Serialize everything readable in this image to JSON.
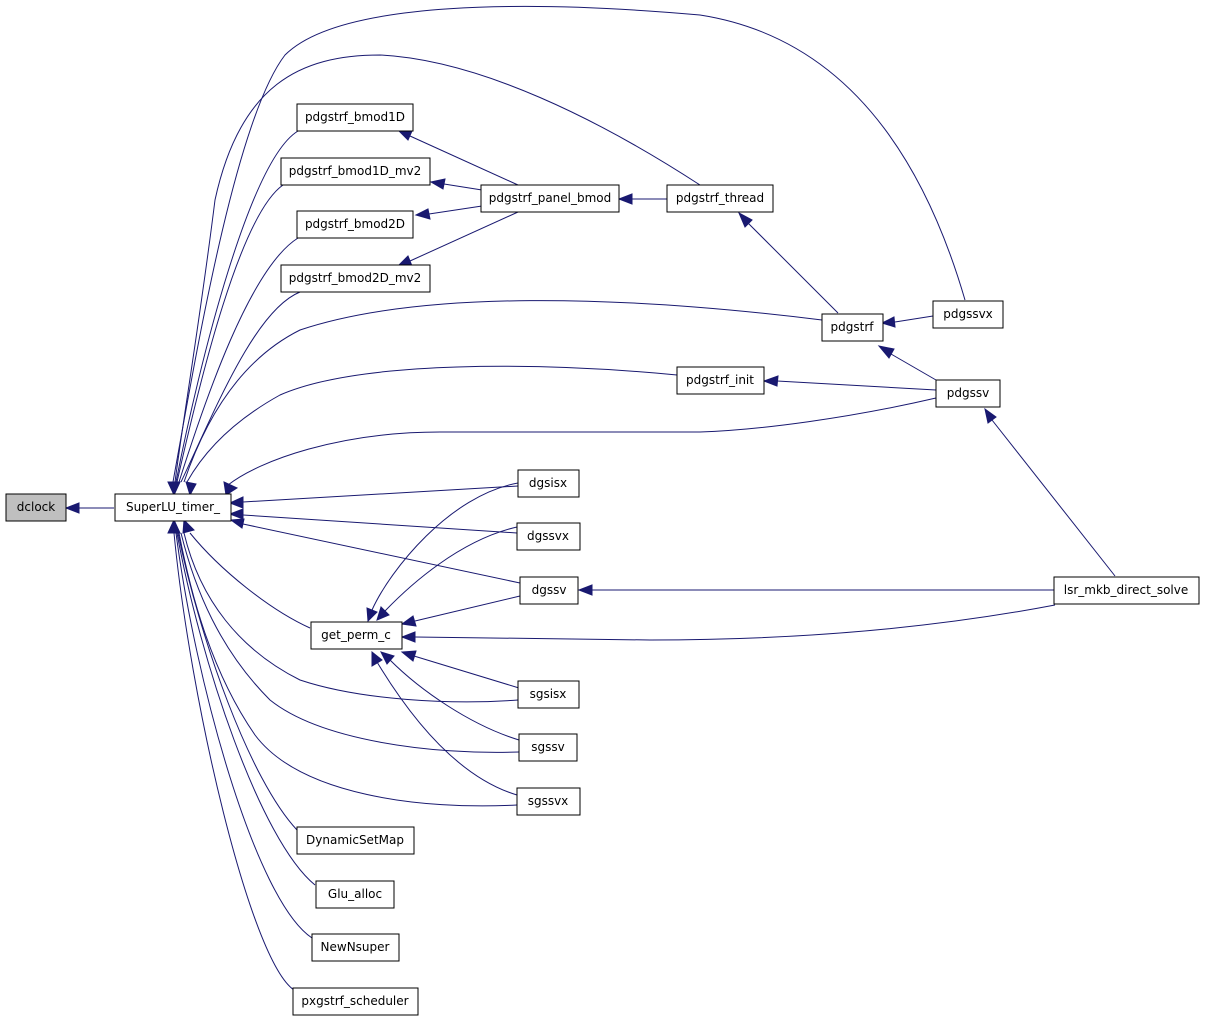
{
  "nodes": {
    "dclock": "dclock",
    "SuperLU_timer_": "SuperLU_timer_",
    "pdgstrf_bmod1D": "pdgstrf_bmod1D",
    "pdgstrf_bmod1D_mv2": "pdgstrf_bmod1D_mv2",
    "pdgstrf_bmod2D": "pdgstrf_bmod2D",
    "pdgstrf_bmod2D_mv2": "pdgstrf_bmod2D_mv2",
    "pdgstrf_panel_bmod": "pdgstrf_panel_bmod",
    "pdgstrf_thread": "pdgstrf_thread",
    "pdgstrf": "pdgstrf",
    "pdgssvx": "pdgssvx",
    "pdgstrf_init": "pdgstrf_init",
    "pdgssv": "pdgssv",
    "dgsisx": "dgsisx",
    "dgssvx": "dgssvx",
    "dgssv": "dgssv",
    "get_perm_c": "get_perm_c",
    "lsr_mkb_direct_solve": "lsr_mkb_direct_solve",
    "sgsisx": "sgsisx",
    "sgssv": "sgssv",
    "sgssvx": "sgssvx",
    "DynamicSetMap": "DynamicSetMap",
    "Glu_alloc": "Glu_alloc",
    "NewNsuper": "NewNsuper",
    "pxgstrf_scheduler": "pxgstrf_scheduler"
  },
  "edges": [
    [
      "SuperLU_timer_",
      "dclock"
    ],
    [
      "pdgstrf_bmod1D",
      "SuperLU_timer_"
    ],
    [
      "pdgstrf_bmod1D_mv2",
      "SuperLU_timer_"
    ],
    [
      "pdgstrf_bmod2D",
      "SuperLU_timer_"
    ],
    [
      "pdgstrf_bmod2D_mv2",
      "SuperLU_timer_"
    ],
    [
      "pdgstrf_thread",
      "SuperLU_timer_"
    ],
    [
      "pdgssvx",
      "SuperLU_timer_"
    ],
    [
      "pdgstrf",
      "SuperLU_timer_"
    ],
    [
      "pdgstrf_init",
      "SuperLU_timer_"
    ],
    [
      "pdgssv",
      "SuperLU_timer_"
    ],
    [
      "dgsisx",
      "SuperLU_timer_"
    ],
    [
      "dgssvx",
      "SuperLU_timer_"
    ],
    [
      "dgssv",
      "SuperLU_timer_"
    ],
    [
      "get_perm_c",
      "SuperLU_timer_"
    ],
    [
      "sgsisx",
      "SuperLU_timer_"
    ],
    [
      "sgssv",
      "SuperLU_timer_"
    ],
    [
      "sgssvx",
      "SuperLU_timer_"
    ],
    [
      "DynamicSetMap",
      "SuperLU_timer_"
    ],
    [
      "Glu_alloc",
      "SuperLU_timer_"
    ],
    [
      "NewNsuper",
      "SuperLU_timer_"
    ],
    [
      "pxgstrf_scheduler",
      "SuperLU_timer_"
    ],
    [
      "pdgstrf_panel_bmod",
      "pdgstrf_bmod1D"
    ],
    [
      "pdgstrf_panel_bmod",
      "pdgstrf_bmod1D_mv2"
    ],
    [
      "pdgstrf_panel_bmod",
      "pdgstrf_bmod2D"
    ],
    [
      "pdgstrf_panel_bmod",
      "pdgstrf_bmod2D_mv2"
    ],
    [
      "pdgstrf_thread",
      "pdgstrf_panel_bmod"
    ],
    [
      "pdgstrf",
      "pdgstrf_thread"
    ],
    [
      "pdgssvx",
      "pdgstrf"
    ],
    [
      "pdgssv",
      "pdgstrf"
    ],
    [
      "pdgssv",
      "pdgstrf_init"
    ],
    [
      "lsr_mkb_direct_solve",
      "pdgssv"
    ],
    [
      "lsr_mkb_direct_solve",
      "dgssv"
    ],
    [
      "lsr_mkb_direct_solve",
      "get_perm_c"
    ],
    [
      "dgsisx",
      "get_perm_c"
    ],
    [
      "dgssvx",
      "get_perm_c"
    ],
    [
      "dgssv",
      "get_perm_c"
    ],
    [
      "sgsisx",
      "get_perm_c"
    ],
    [
      "sgssv",
      "get_perm_c"
    ],
    [
      "sgssvx",
      "get_perm_c"
    ]
  ]
}
